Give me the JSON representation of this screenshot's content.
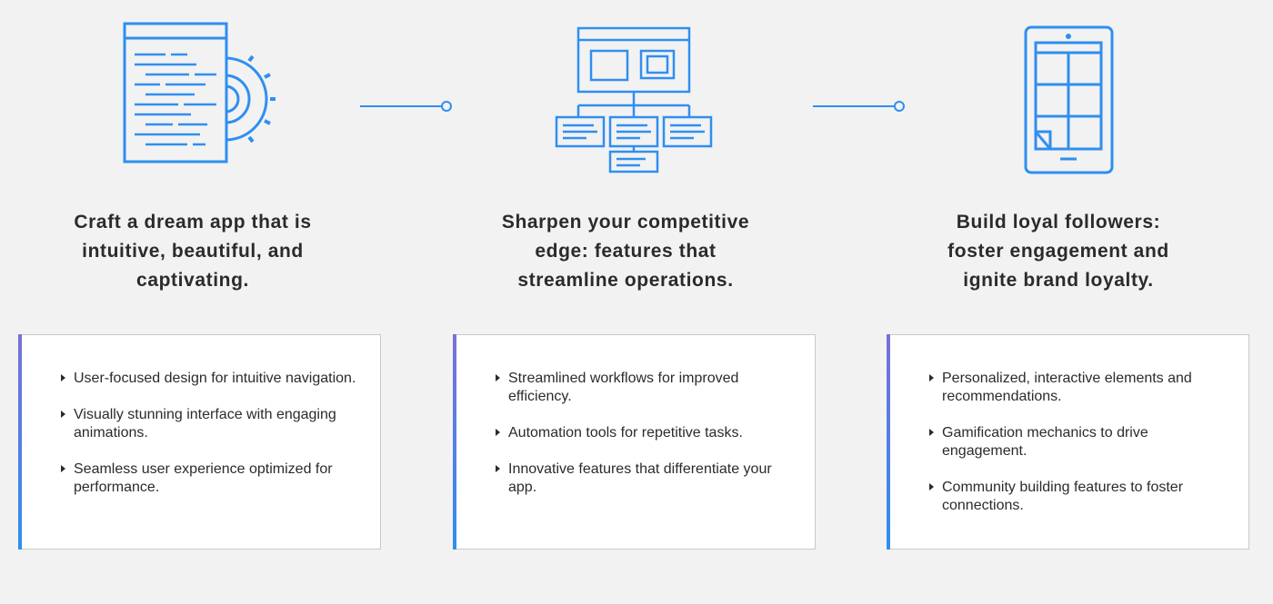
{
  "colors": {
    "accent": "#2f8ff0",
    "text": "#2b2b2b",
    "background": "#f2f2f2",
    "card": "#ffffff"
  },
  "columns": [
    {
      "icon": "document-gear-icon",
      "heading": "Craft a dream app that is\nintuitive, beautiful, and\ncaptivating.",
      "bullets": [
        "User-focused design for intuitive navigation.",
        "Visually stunning interface with engaging animations.",
        "Seamless user experience optimized for performance."
      ]
    },
    {
      "icon": "sitemap-icon",
      "heading": "Sharpen your competitive\nedge: features that\nstreamline operations.",
      "bullets": [
        "Streamlined workflows for improved efficiency.",
        "Automation tools for repetitive tasks.",
        "Innovative features that differentiate your app."
      ]
    },
    {
      "icon": "mobile-grid-icon",
      "heading": "Build loyal followers:\nfoster engagement and\nignite brand loyalty.",
      "bullets": [
        "Personalized, interactive elements and recommendations.",
        "Gamification mechanics to drive engagement.",
        "Community building features to foster connections."
      ]
    }
  ]
}
